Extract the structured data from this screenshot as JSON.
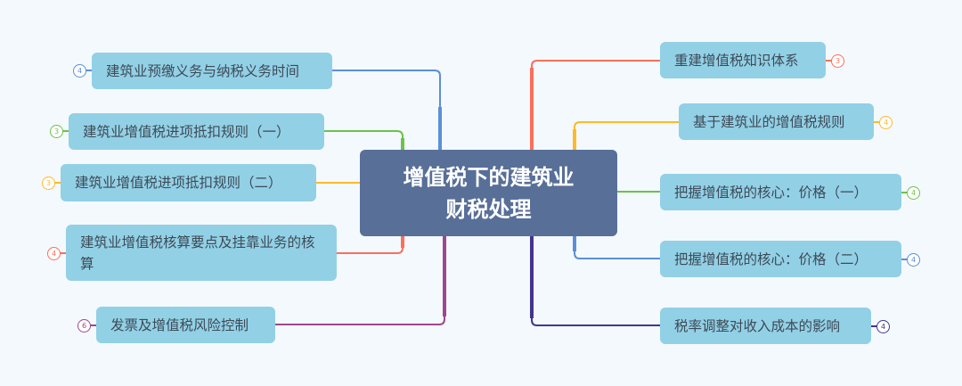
{
  "root": {
    "title_line1": "增值税下的建筑业",
    "title_line2": "财税处理",
    "color": "#586f98"
  },
  "left_branches": [
    {
      "label": "建筑业预缴义务与纳税义务时间",
      "count": "4",
      "color": "#5b8fd8"
    },
    {
      "label": "建筑业增值税进项抵扣规则（一）",
      "count": "3",
      "color": "#6cc24a"
    },
    {
      "label": "建筑业增值税进项抵扣规则（二）",
      "count": "3",
      "color": "#fdb92c"
    },
    {
      "label": "建筑业增值税核算要点及挂靠业务的核算",
      "count": "4",
      "color": "#fb6f5b"
    },
    {
      "label": "发票及增值税风险控制",
      "count": "6",
      "color": "#a0468e"
    }
  ],
  "right_branches": [
    {
      "label": "重建增值税知识体系",
      "count": "3",
      "color": "#fb6f5b"
    },
    {
      "label": "基于建筑业的增值税规则",
      "count": "4",
      "color": "#fdb92c"
    },
    {
      "label": "把握增值税的核心：价格（一）",
      "count": "4",
      "color": "#6cc24a"
    },
    {
      "label": "把握增值税的核心：价格（二）",
      "count": "4",
      "color": "#5b8fd8"
    },
    {
      "label": "税率调整对收入成本的影响",
      "count": "4",
      "color": "#43358e"
    }
  ],
  "node_color": "#92d0e6",
  "background": "#f4f9fd"
}
